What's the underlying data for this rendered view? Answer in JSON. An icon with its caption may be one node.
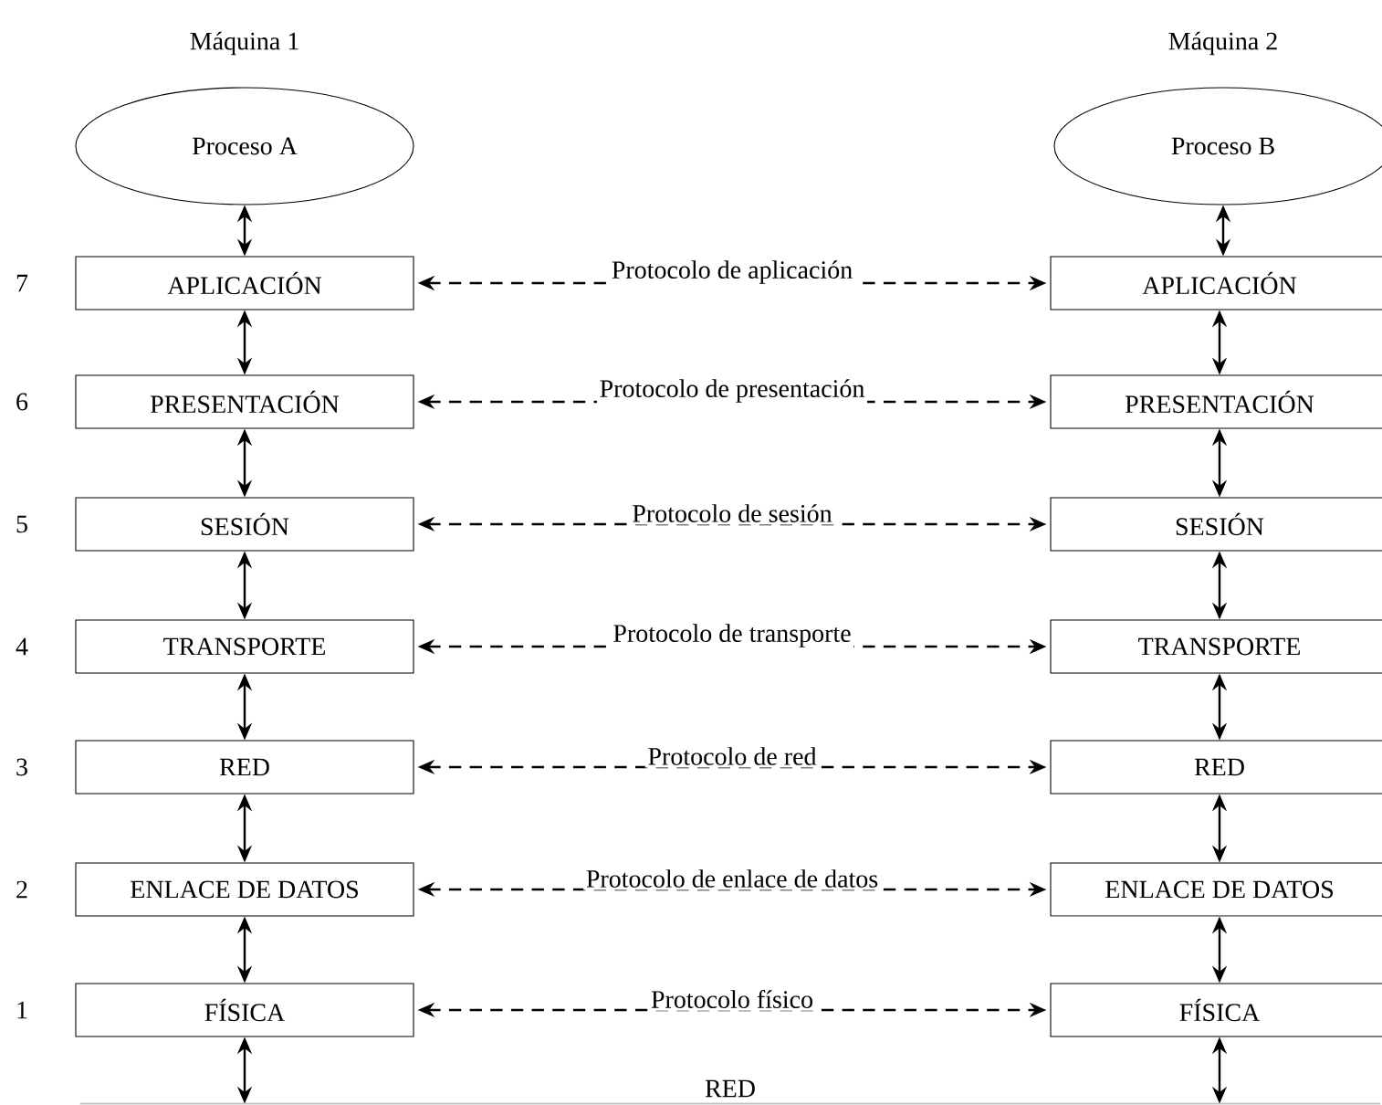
{
  "diagram": {
    "nodes": [
      {
        "text": [
          "Proceso A"
        ],
        "beside": [
          "Máquina 1"
        ]
      },
      {
        "text": [
          "Proceso B"
        ],
        "beside": [
          "Máquina 2"
        ]
      },
      {
        "text": [
          "APLICACIÓN"
        ],
        "beside": [
          "7"
        ]
      },
      {
        "text": [
          "APLICACIÓN"
        ]
      },
      {
        "text": [
          "PRESENTACIÓN"
        ],
        "beside": [
          "6"
        ]
      },
      {
        "text": [
          "PRESENTACIÓN"
        ]
      },
      {
        "text": [
          "SESIÓN"
        ],
        "beside": [
          "5"
        ]
      },
      {
        "text": [
          "SESIÓN"
        ]
      },
      {
        "text": [
          "TRANSPORTE"
        ],
        "beside": [
          "4"
        ]
      },
      {
        "text": [
          "TRANSPORTE"
        ]
      },
      {
        "text": [
          "RED"
        ],
        "beside": [
          "3"
        ]
      },
      {
        "text": [
          "RED"
        ]
      },
      {
        "text": [
          "ENLACE DE DATOS"
        ],
        "beside": [
          "2"
        ]
      },
      {
        "text": [
          "ENLACE DE DATOS"
        ]
      },
      {
        "text": [
          "FÍSICA"
        ],
        "beside": [
          "1"
        ]
      },
      {
        "text": [
          "FÍSICA"
        ]
      },
      {
        "text": [
          "RED"
        ]
      }
    ],
    "edges": [
      {
        "from": 0,
        "to": 2,
        "arrow": "both"
      },
      {
        "from": 1,
        "to": 3,
        "arrow": "both"
      },
      {
        "from": 2,
        "to": 3,
        "arrow": "both",
        "style": "dashed",
        "label": "Protocolo de aplicación"
      },
      {
        "from": 2,
        "to": 4,
        "arrow": "both"
      },
      {
        "from": 3,
        "to": 5,
        "arrow": "both"
      },
      {
        "from": 4,
        "to": 5,
        "arrow": "both",
        "style": "dashed",
        "label": "Protocolo de presentación"
      },
      {
        "from": 4,
        "to": 6,
        "arrow": "both"
      },
      {
        "from": 5,
        "to": 7,
        "arrow": "both"
      },
      {
        "from": 6,
        "to": 7,
        "arrow": "both",
        "style": "dashed",
        "label": "Protocolo de sesión"
      },
      {
        "from": 6,
        "to": 8,
        "arrow": "both"
      },
      {
        "from": 7,
        "to": 9,
        "arrow": "both"
      },
      {
        "from": 8,
        "to": 9,
        "arrow": "both",
        "style": "dashed",
        "label": "Protocolo de transporte"
      },
      {
        "from": 8,
        "to": 10,
        "arrow": "both"
      },
      {
        "from": 9,
        "to": 11,
        "arrow": "both"
      },
      {
        "from": 10,
        "to": 11,
        "arrow": "both",
        "style": "dashed",
        "label": "Protocolo de red"
      },
      {
        "from": 10,
        "to": 12,
        "arrow": "both"
      },
      {
        "from": 11,
        "to": 13,
        "arrow": "both"
      },
      {
        "from": 12,
        "to": 13,
        "arrow": "both",
        "style": "dashed",
        "label": "Protocolo de enlace de datos"
      },
      {
        "from": 12,
        "to": 14,
        "arrow": "both"
      },
      {
        "from": 13,
        "to": 15,
        "arrow": "both"
      },
      {
        "from": 14,
        "to": 15,
        "arrow": "both",
        "style": "dashed",
        "label": "Protocolo físico"
      },
      {
        "from": 14,
        "to": 16,
        "arrow": "both"
      },
      {
        "from": 15,
        "to": 16,
        "arrow": "both"
      }
    ]
  }
}
